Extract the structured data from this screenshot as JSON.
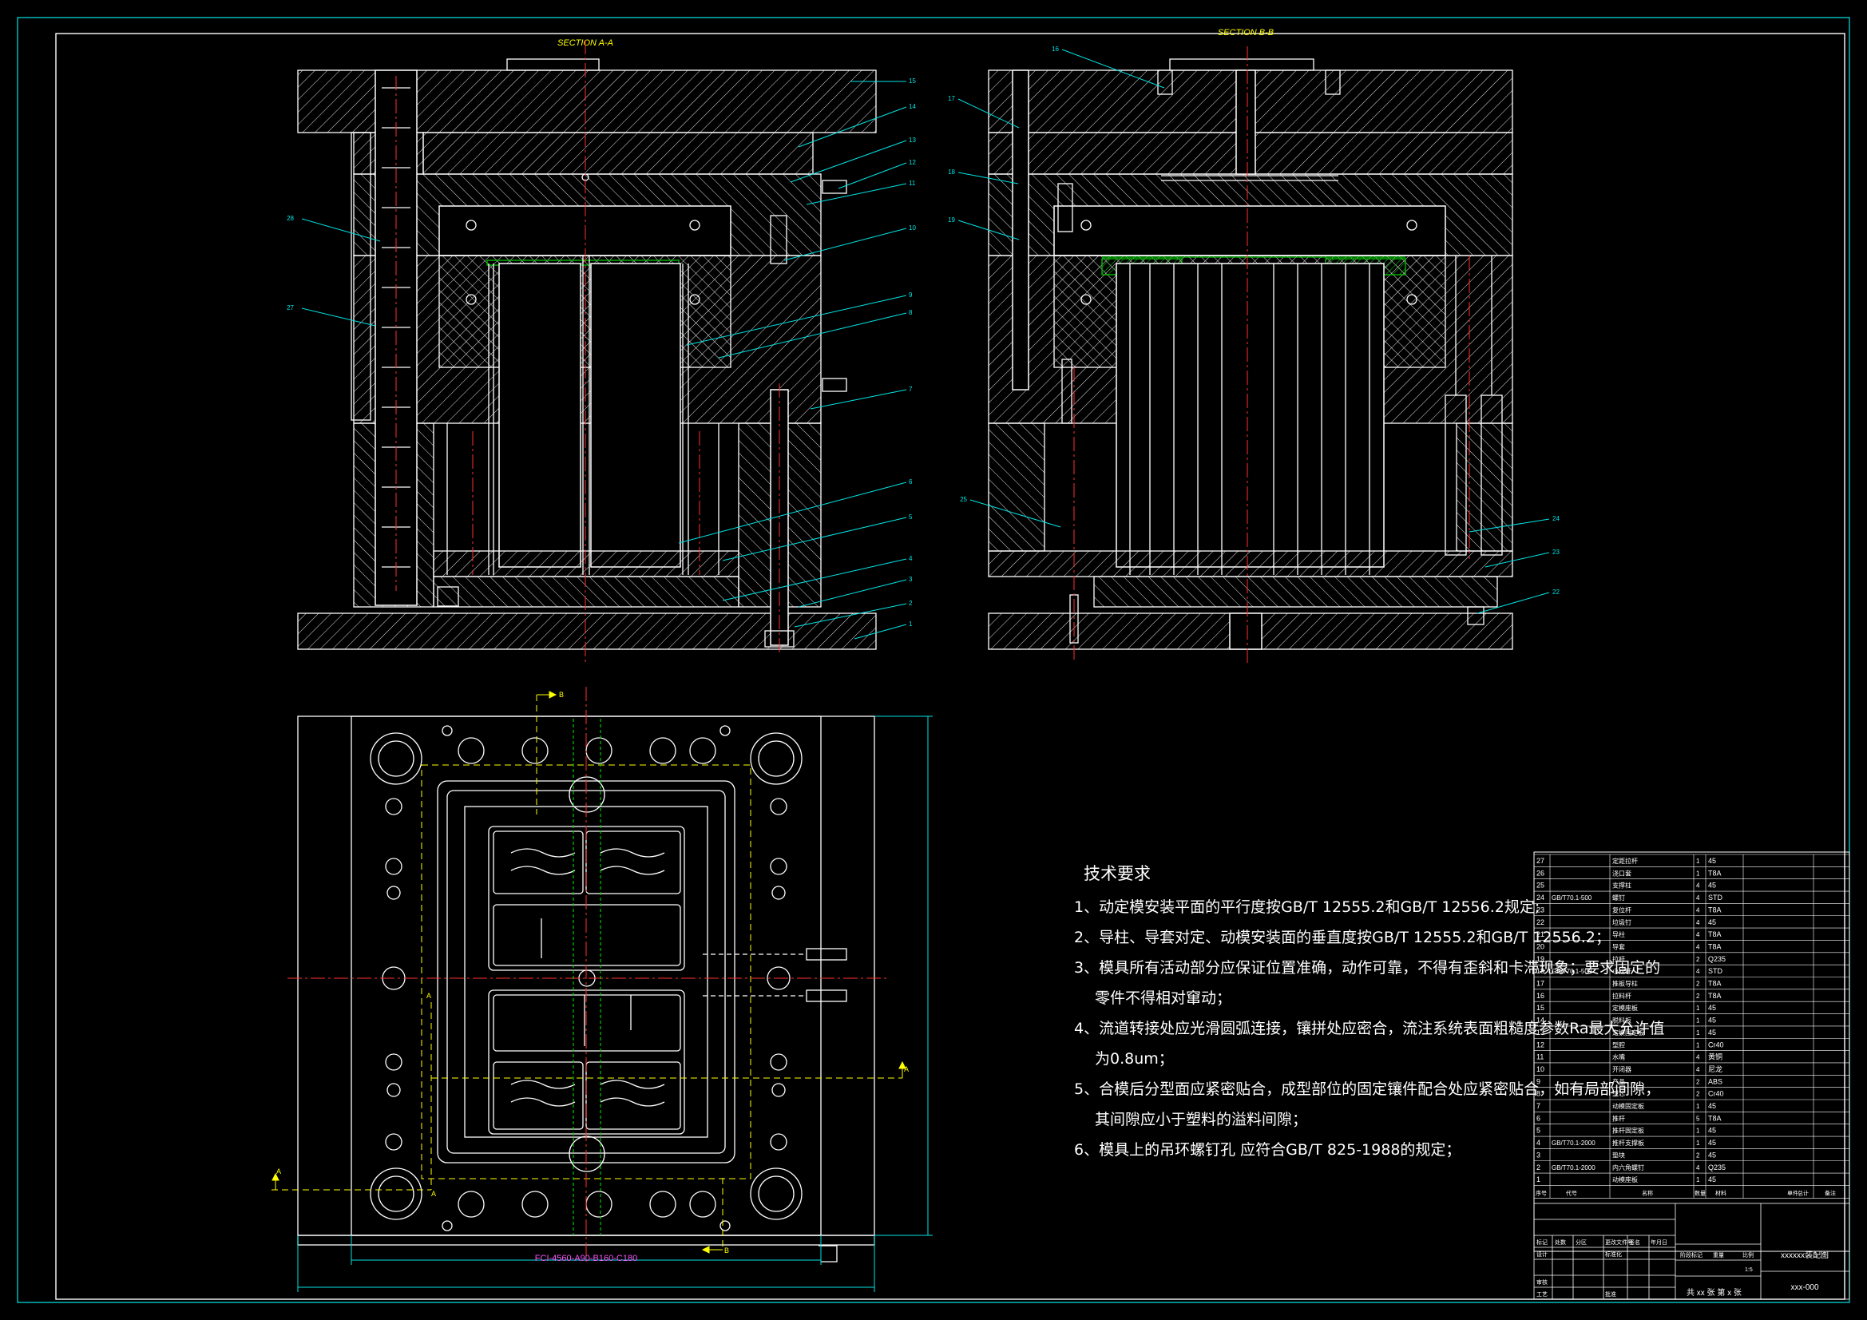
{
  "sections": {
    "a_a": "SECTION A-A",
    "b_b": "SECTION B-B"
  },
  "view_labels": {
    "cut_a": "A",
    "cut_b": "B"
  },
  "part_callouts_a": [
    "15",
    "14",
    "13",
    "12",
    "11",
    "10",
    "9",
    "8",
    "7",
    "6",
    "5",
    "4",
    "3",
    "2",
    "1",
    "28",
    "27"
  ],
  "part_callouts_b": [
    "16",
    "17",
    "18",
    "19",
    "25",
    "24",
    "23",
    "22"
  ],
  "mold_base_spec": "FCI-4560-A90-B160-C180",
  "tech_requirements": {
    "title": "技术要求",
    "items": [
      "1、动定模安装平面的平行度按GB/T 12555.2和GB/T 12556.2规定;",
      "2、导柱、导套对定、动模安装面的垂直度按GB/T 12555.2和GB/T 12556.2；",
      "3、模具所有活动部分应保证位置准确，动作可靠，不得有歪斜和卡滞现象；要求固定的",
      "零件不得相对窜动；",
      "4、流道转接处应光滑圆弧连接，镶拼处应密合，流注系统表面粗糙度参数Ra最大允许值",
      "为0.8um；",
      "5、合模后分型面应紧密贴合，成型部位的固定镶件配合处应紧密贴合，如有局部间隙，",
      "其间隙应小于塑料的溢料间隙；",
      "6、模具上的吊环螺钉孔 应符合GB/T 825-1988的规定；"
    ]
  },
  "bom": {
    "header": [
      "序号",
      "代号",
      "名称",
      "数量",
      "材料",
      "单件",
      "总计",
      "备注"
    ],
    "rows": [
      [
        "27",
        "",
        "定距拉杆",
        "1",
        "45",
        ""
      ],
      [
        "26",
        "",
        "浇口套",
        "1",
        "T8A",
        ""
      ],
      [
        "25",
        "",
        "支撑柱",
        "4",
        "45",
        ""
      ],
      [
        "24",
        "GB/T70.1-500",
        "螺钉",
        "4",
        "STD",
        ""
      ],
      [
        "23",
        "",
        "复位杆",
        "4",
        "T8A",
        ""
      ],
      [
        "22",
        "",
        "垃圾钉",
        "4",
        "45",
        ""
      ],
      [
        "21",
        "",
        "导柱",
        "4",
        "T8A",
        ""
      ],
      [
        "20",
        "",
        "导套",
        "4",
        "T8A",
        ""
      ],
      [
        "19",
        "",
        "拉杆",
        "2",
        "Q235",
        ""
      ],
      [
        "18",
        "GB/T70.1-500",
        "小拉杆",
        "4",
        "STD",
        ""
      ],
      [
        "17",
        "",
        "推板导柱",
        "2",
        "T8A",
        ""
      ],
      [
        "16",
        "",
        "拉料杆",
        "2",
        "T8A",
        ""
      ],
      [
        "15",
        "",
        "定模座板",
        "1",
        "45",
        ""
      ],
      [
        "14",
        "",
        "脱料板",
        "1",
        "45",
        ""
      ],
      [
        "13",
        "",
        "定模固定板",
        "1",
        "45",
        ""
      ],
      [
        "12",
        "",
        "型腔",
        "1",
        "Cr40",
        ""
      ],
      [
        "11",
        "",
        "水嘴",
        "4",
        "黄铜",
        ""
      ],
      [
        "10",
        "",
        "开闭器",
        "4",
        "尼龙",
        ""
      ],
      [
        "9",
        "",
        "产品",
        "2",
        "ABS",
        ""
      ],
      [
        "8",
        "",
        "型芯",
        "2",
        "Cr40",
        ""
      ],
      [
        "7",
        "",
        "动模固定板",
        "1",
        "45",
        ""
      ],
      [
        "6",
        "",
        "推杆",
        "5",
        "T8A",
        ""
      ],
      [
        "5",
        "",
        "推杆固定板",
        "1",
        "45",
        ""
      ],
      [
        "4",
        "GB/T70.1-2000",
        "推杆支撑板",
        "1",
        "45",
        ""
      ],
      [
        "3",
        "",
        "垫块",
        "2",
        "45",
        ""
      ],
      [
        "2",
        "GB/T70.1-2000",
        "内六角螺钉",
        "4",
        "Q235",
        ""
      ],
      [
        "1",
        "",
        "动模座板",
        "1",
        "45",
        ""
      ]
    ]
  },
  "title_block": {
    "drawing_name": "xxxxxx装配图",
    "drawing_number": "xxx-000",
    "scale": "1:5",
    "sheets": "共 xx 张  第 x 张",
    "labels": [
      "标记",
      "处数",
      "分区",
      "更改文件号",
      "签名",
      "年月日",
      "设计",
      "标准化",
      "阶段标记",
      "重量",
      "比例",
      "审核",
      "工艺",
      "批准"
    ]
  },
  "colors": {
    "outline": "#ffffff",
    "hatch": "#ffffff",
    "center": "#ff3030",
    "callout": "#00e5e5",
    "label": "#ffff00",
    "hidden": "#ffff00",
    "dim": "#00e5e5",
    "insert": "#00c800",
    "spec": "#ff55ff"
  }
}
